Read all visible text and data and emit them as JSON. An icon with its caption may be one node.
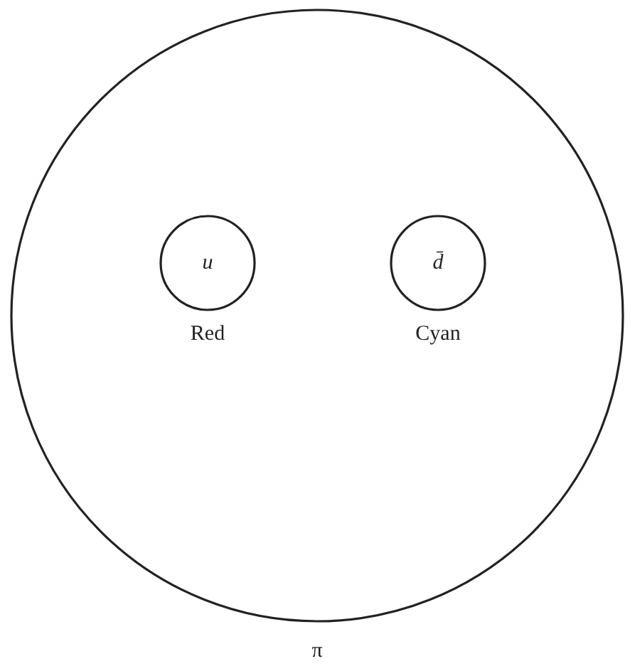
{
  "diagram": {
    "nodes": [
      {
        "text": [
          "π"
        ]
      },
      {
        "text": [
          "u"
        ],
        "beside": [
          "Red"
        ],
        "in": 0
      },
      {
        "text": [
          "d̄"
        ],
        "beside": [
          "Cyan"
        ],
        "in": 0
      }
    ]
  }
}
